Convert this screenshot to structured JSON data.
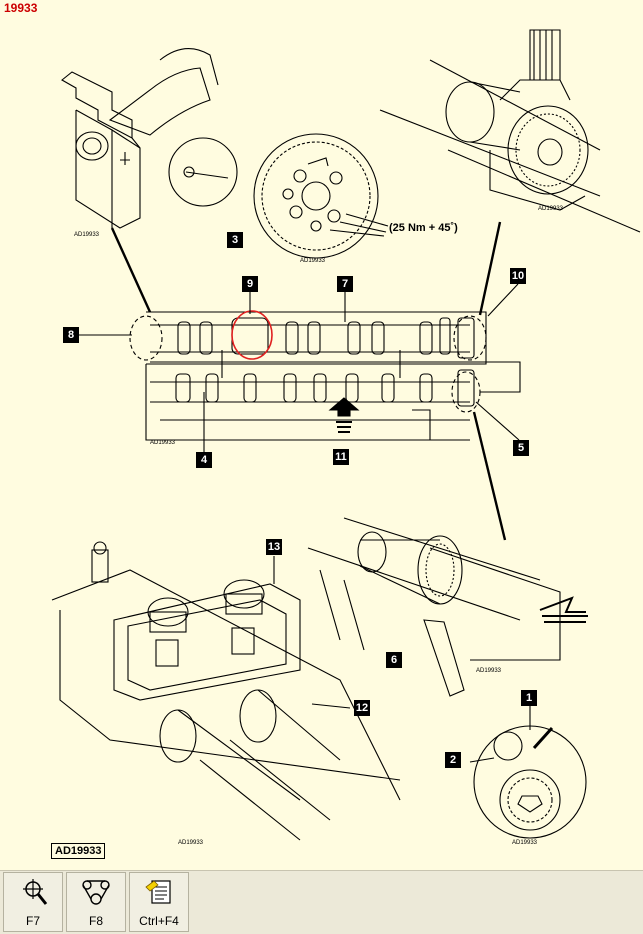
{
  "document_id": "19933",
  "figure": {
    "callouts": [
      "1",
      "2",
      "3",
      "4",
      "5",
      "6",
      "7",
      "8",
      "9",
      "10",
      "11",
      "12",
      "13"
    ],
    "torque_spec": "(25 Nm + 45˚)",
    "inset_code": "AD19933",
    "reference_label": "AD19933",
    "highlight_color": "#e02020"
  },
  "toolbar": {
    "buttons": [
      {
        "label": "F7",
        "icon": "zoom-icon"
      },
      {
        "label": "F8",
        "icon": "belt-icon"
      },
      {
        "label": "Ctrl+F4",
        "icon": "notes-icon"
      }
    ]
  }
}
